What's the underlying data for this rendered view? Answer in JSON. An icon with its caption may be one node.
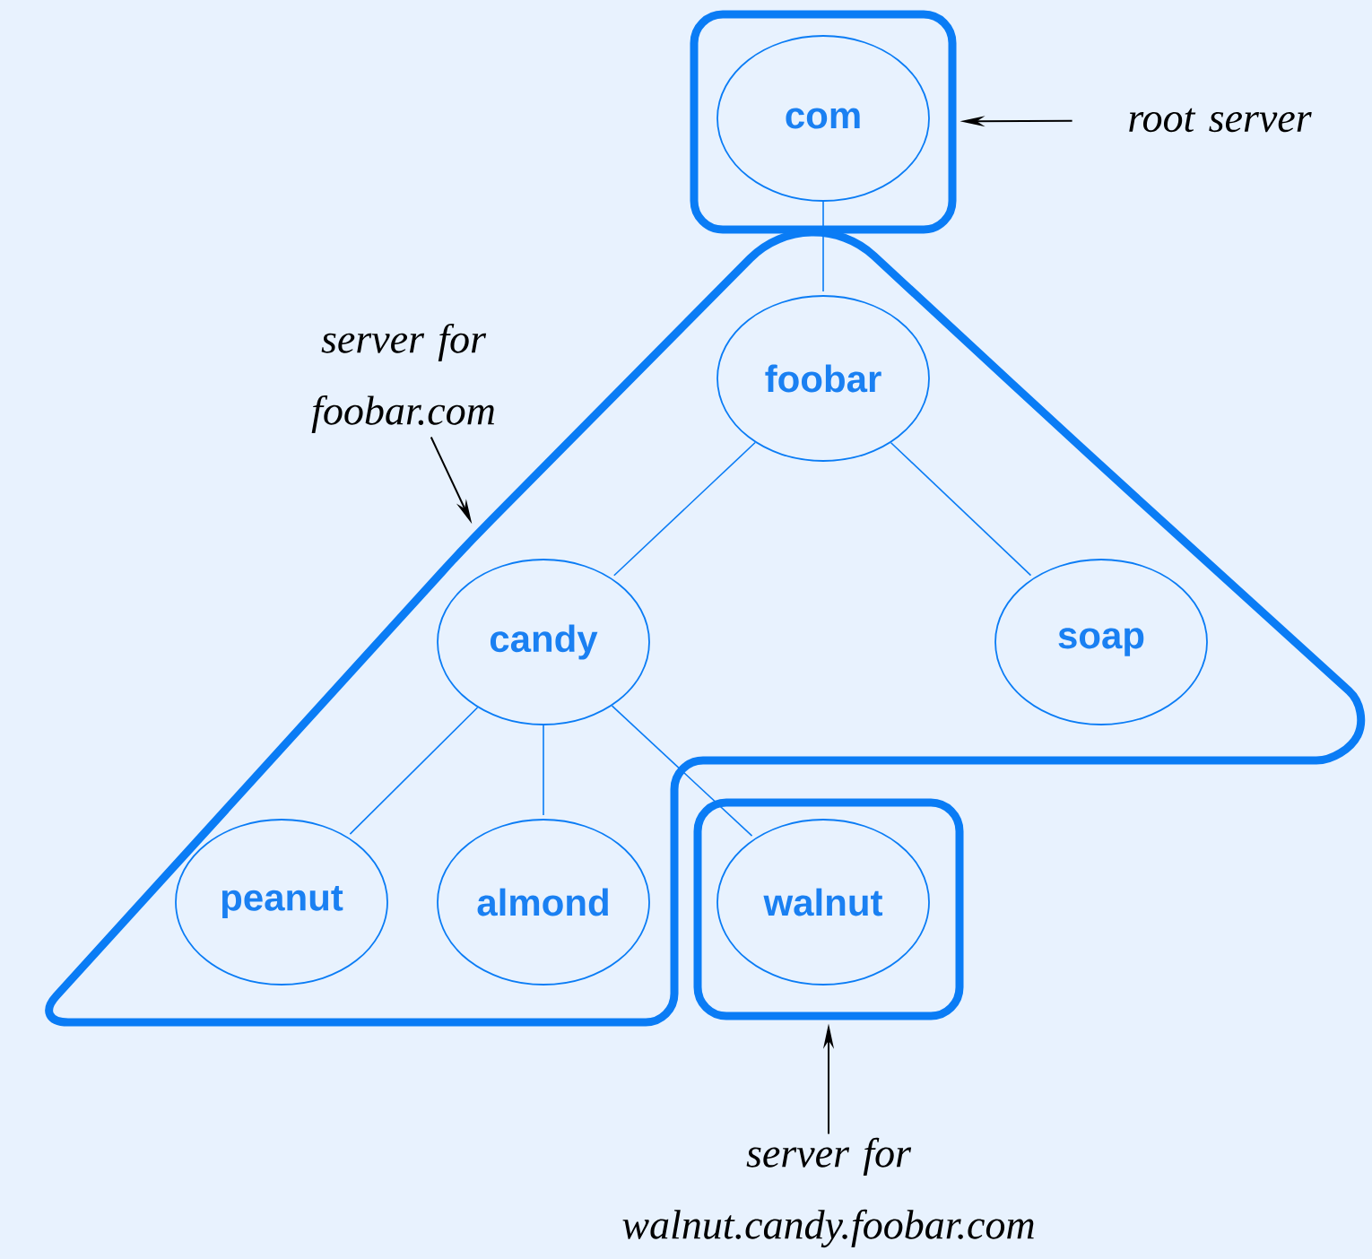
{
  "diagram": {
    "nodes": [
      {
        "text": [],
        "shape": "box"
      },
      {
        "text": [
          "com"
        ],
        "in": 0
      },
      {
        "text": [],
        "shape": "triangle"
      },
      {
        "text": [
          "foobar"
        ],
        "in": 2
      },
      {
        "text": [
          "candy"
        ],
        "in": 2
      },
      {
        "text": [
          "soap"
        ],
        "in": 2
      },
      {
        "text": [
          "peanut"
        ],
        "in": 2
      },
      {
        "text": [
          "almond"
        ],
        "in": 2
      },
      {
        "text": [],
        "shape": "box"
      },
      {
        "text": [
          "walnut"
        ],
        "in": 8
      },
      {
        "text": [
          "root server"
        ]
      },
      {
        "text": [
          "server for foobar.com"
        ]
      },
      {
        "text": [
          "server for walnut.candy.foobar.com"
        ]
      }
    ],
    "edges": [
      {
        "from": 1,
        "to": 3,
        "arrow": "none"
      },
      {
        "from": 3,
        "to": 4,
        "arrow": "none"
      },
      {
        "from": 3,
        "to": 5,
        "arrow": "none"
      },
      {
        "from": 4,
        "to": 6,
        "arrow": "none"
      },
      {
        "from": 4,
        "to": 7,
        "arrow": "none"
      },
      {
        "from": 4,
        "to": 9,
        "arrow": "none"
      },
      {
        "from": 10,
        "to": 0,
        "arrow": "to",
        "color": "#000000"
      },
      {
        "from": 11,
        "to": 2,
        "arrow": "to",
        "color": "#000000"
      },
      {
        "from": 12,
        "to": 8,
        "arrow": "to",
        "color": "#000000"
      }
    ]
  }
}
